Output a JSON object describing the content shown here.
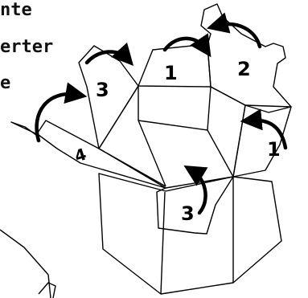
{
  "caption": {
    "lines": [
      "nte",
      "erter",
      "e"
    ]
  },
  "steps": {
    "flap_1_top": "1",
    "flap_2_right": "2",
    "flap_3_left": "3",
    "flap_4_left": "4",
    "flap_1_right": "1",
    "flap_3_front": "3"
  }
}
